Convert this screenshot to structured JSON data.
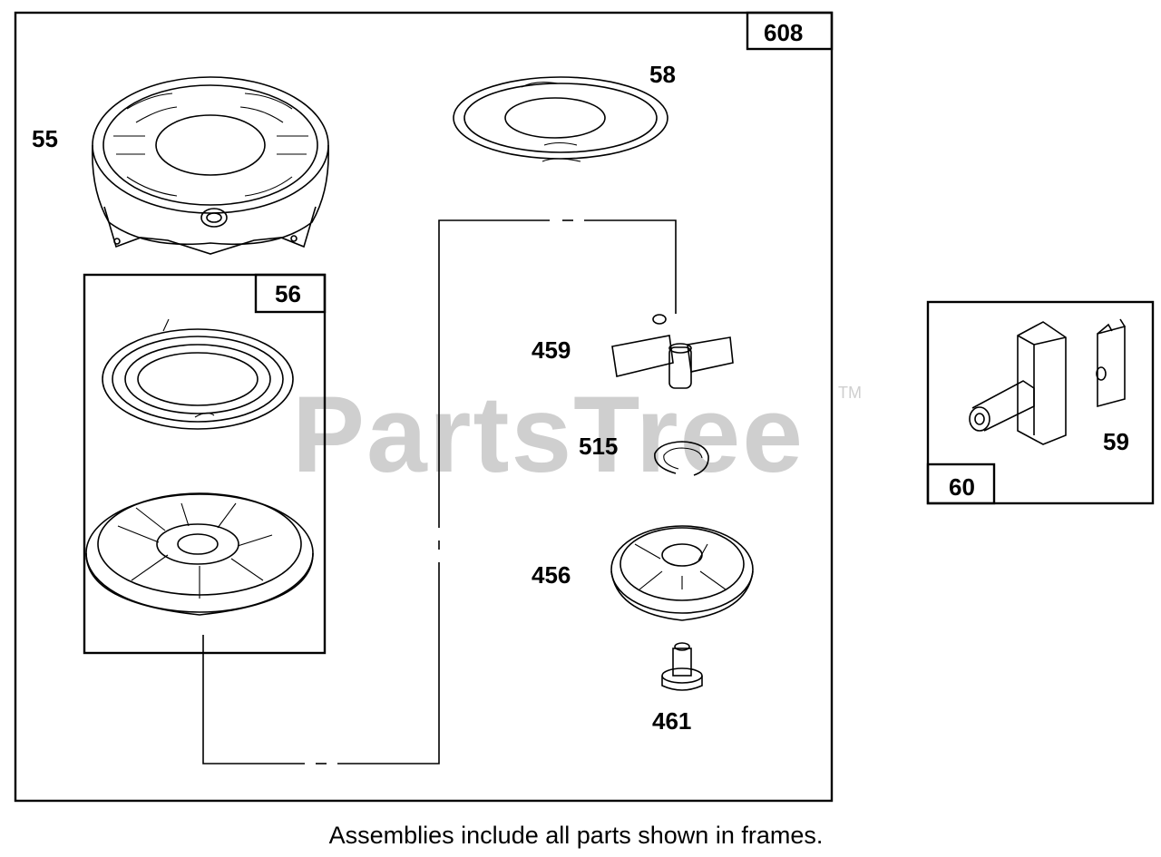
{
  "watermark": {
    "text": "PartsTree",
    "trademark": "TM"
  },
  "frames": {
    "main": {
      "label": "608"
    },
    "sub_56": {
      "label": "56"
    },
    "sub_60": {
      "label": "60"
    }
  },
  "parts": {
    "p55": "55",
    "p58": "58",
    "p459": "459",
    "p515": "515",
    "p456": "456",
    "p461": "461",
    "p59": "59"
  },
  "caption": "Assemblies include all parts shown in frames."
}
